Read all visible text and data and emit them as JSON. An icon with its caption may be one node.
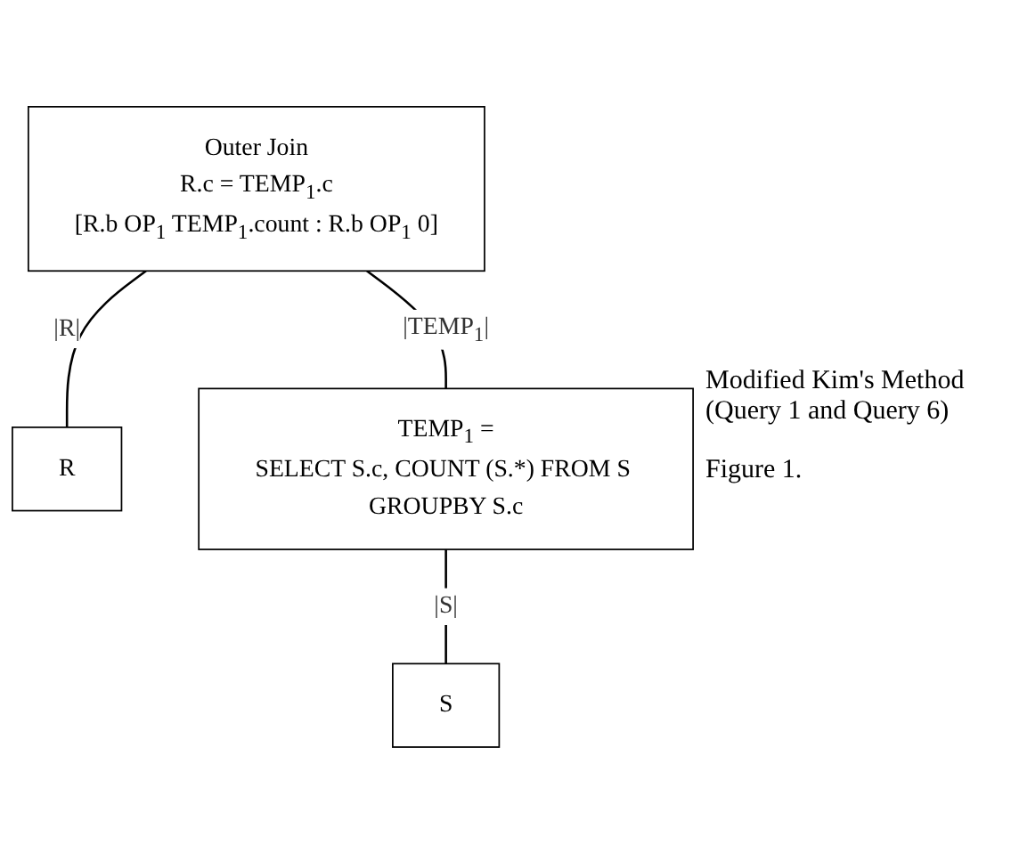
{
  "diagram": {
    "caption": "Figure 1.",
    "nodes": [
      {
        "text": [
          "Outer Join",
          "R.c = TEMP$_{1}$.c",
          "[R.b OP$_{1}$ TEMP$_{1}$.count : R.b OP$_{1}$ 0]"
        ]
      },
      {
        "text": [
          "R"
        ]
      },
      {
        "text": [
          "TEMP$_{1}$ =",
          "SELECT S.c, COUNT (S.*) FROM S GROUPBY S.c"
        ]
      },
      {
        "text": [
          "S"
        ]
      }
    ],
    "edges": [
      {
        "from": 0,
        "to": 1,
        "arrow": "none",
        "label": "|R|"
      },
      {
        "from": 0,
        "to": 2,
        "arrow": "none",
        "label": "|TEMP$_{1}$|"
      },
      {
        "from": 2,
        "to": 3,
        "arrow": "none",
        "label": "|S|"
      }
    ],
    "labels": [
      "Modified Kim's Method (Query 1 and Query 6)"
    ]
  }
}
